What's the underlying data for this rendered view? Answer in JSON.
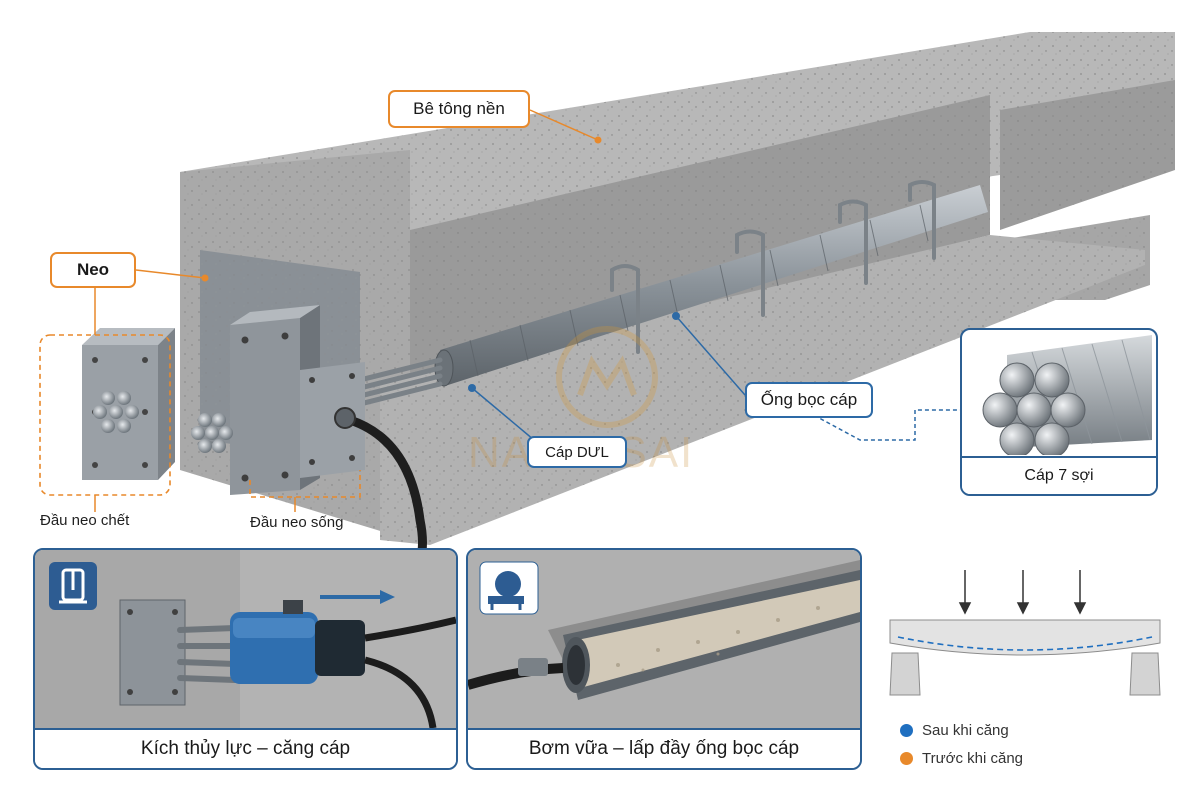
{
  "labels": {
    "concrete": "Bê tông nền",
    "anchor": "Neo",
    "cable": "Cáp DƯL",
    "duct": "Ống bọc cáp",
    "dead_anchor": "Đầu neo chết",
    "live_anchor": "Đầu neo sống",
    "strand": "Cáp 7 sợi"
  },
  "panels": {
    "jack_caption": "Kích thủy lực – căng cáp",
    "grout_caption": "Bơm vữa – lấp đầy ống bọc cáp"
  },
  "legend": {
    "after": "Sau khi căng",
    "before": "Trước khi căng"
  },
  "watermark": "NAMVISAI",
  "colors": {
    "orange": "#e8892b",
    "blue": "#2d6aa6",
    "concrete": "#a9a9a9",
    "steel": "#8c939a",
    "after_dot": "#1f6fc0",
    "before_dot": "#e8892b"
  },
  "icons": [
    "hydraulic-jack-icon",
    "grout-mixer-icon"
  ]
}
